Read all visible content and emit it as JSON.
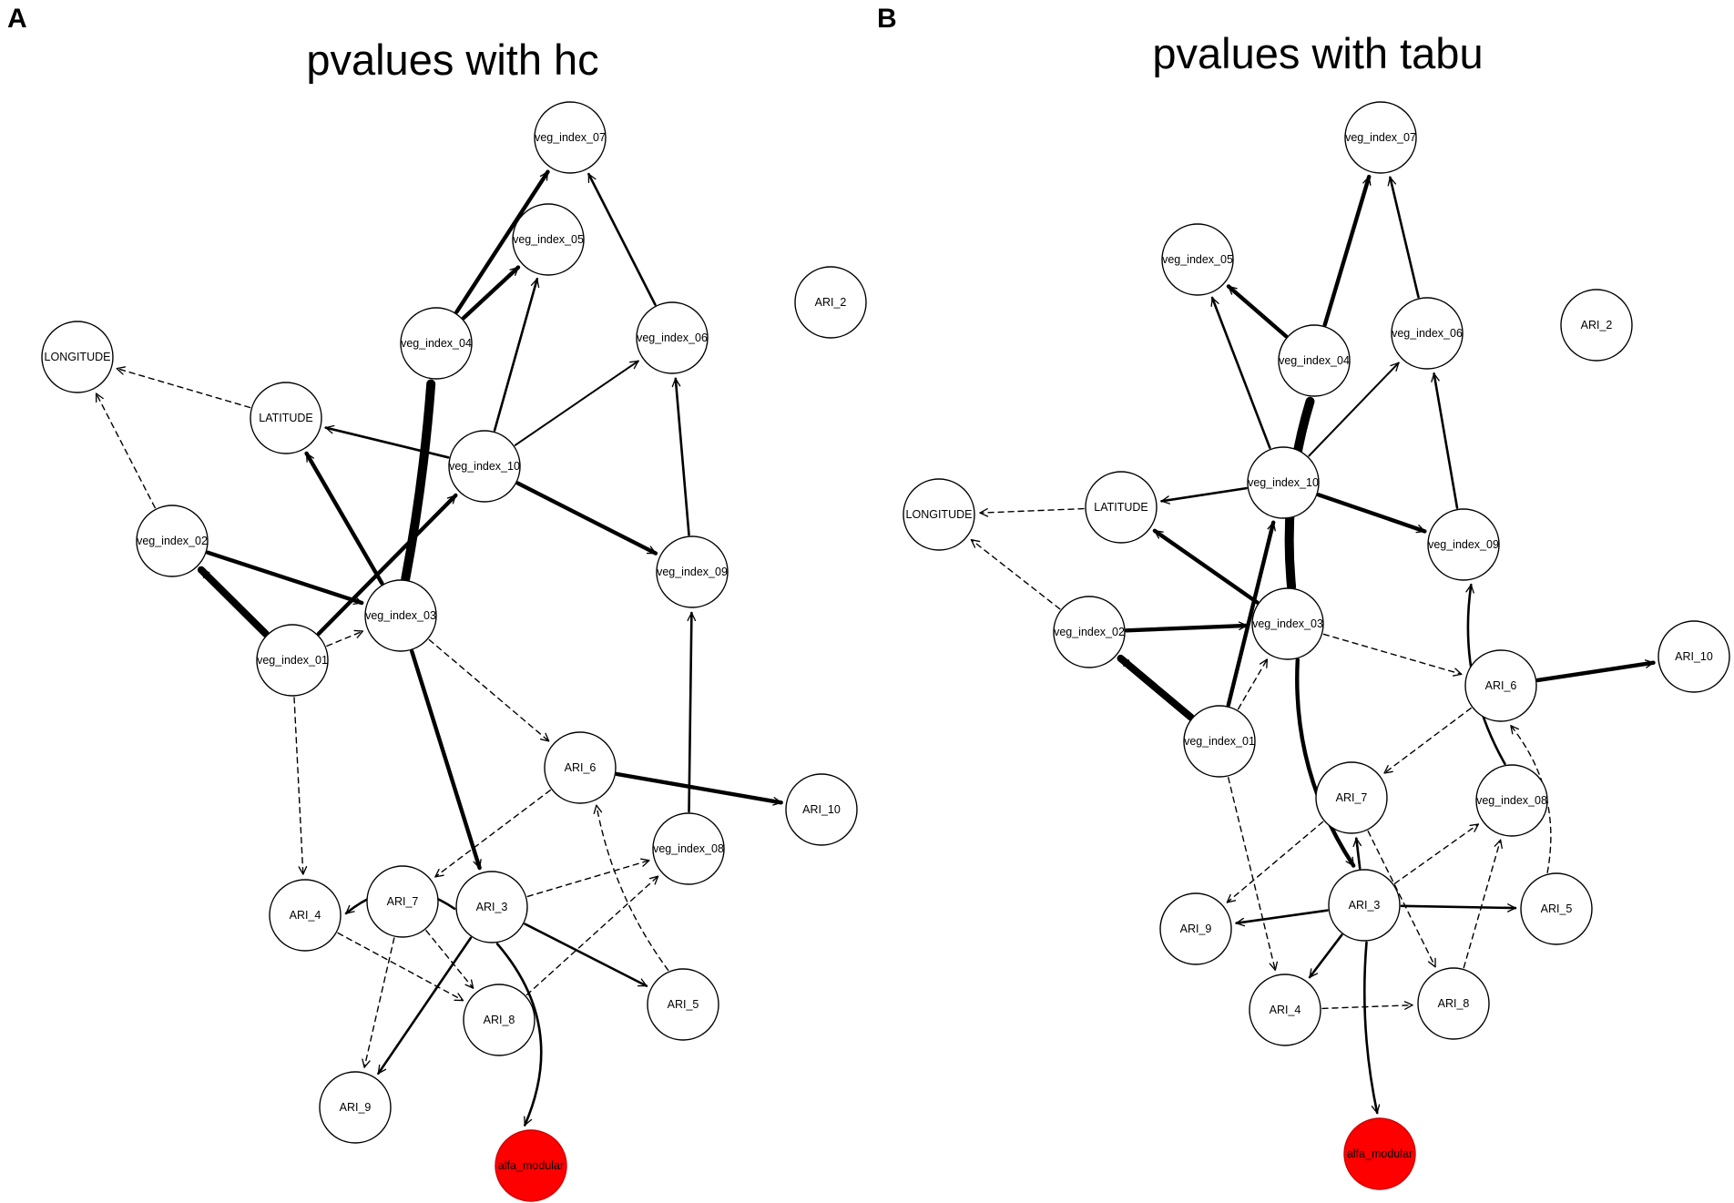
{
  "panels": [
    {
      "id": "A",
      "letter": "A",
      "title": "pvalues with hc",
      "target_color": "#ff0000",
      "nodes": [
        {
          "id": "veg_index_07",
          "label": "veg_index_07"
        },
        {
          "id": "veg_index_05",
          "label": "veg_index_05"
        },
        {
          "id": "veg_index_04",
          "label": "veg_index_04"
        },
        {
          "id": "veg_index_06",
          "label": "veg_index_06"
        },
        {
          "id": "ARI_2",
          "label": "ARI_2"
        },
        {
          "id": "LONGITUDE",
          "label": "LONGITUDE"
        },
        {
          "id": "LATITUDE",
          "label": "LATITUDE"
        },
        {
          "id": "veg_index_10",
          "label": "veg_index_10"
        },
        {
          "id": "veg_index_02",
          "label": "veg_index_02"
        },
        {
          "id": "veg_index_09",
          "label": "veg_index_09"
        },
        {
          "id": "veg_index_03",
          "label": "veg_index_03"
        },
        {
          "id": "veg_index_01",
          "label": "veg_index_01"
        },
        {
          "id": "ARI_6",
          "label": "ARI_6"
        },
        {
          "id": "ARI_10",
          "label": "ARI_10"
        },
        {
          "id": "veg_index_08",
          "label": "veg_index_08"
        },
        {
          "id": "ARI_4",
          "label": "ARI_4"
        },
        {
          "id": "ARI_7",
          "label": "ARI_7"
        },
        {
          "id": "ARI_3",
          "label": "ARI_3"
        },
        {
          "id": "ARI_8",
          "label": "ARI_8"
        },
        {
          "id": "ARI_5",
          "label": "ARI_5"
        },
        {
          "id": "ARI_9",
          "label": "ARI_9"
        },
        {
          "id": "alfa_modular",
          "label": "alfa_modular",
          "target": true
        }
      ],
      "edges": [
        {
          "from": "veg_index_01",
          "to": "veg_index_02",
          "style": "solid",
          "weight": "heavy"
        },
        {
          "from": "veg_index_01",
          "to": "veg_index_10",
          "style": "solid",
          "weight": "medium"
        },
        {
          "from": "veg_index_01",
          "to": "veg_index_03",
          "style": "dashed"
        },
        {
          "from": "veg_index_01",
          "to": "ARI_4",
          "style": "dashed"
        },
        {
          "from": "veg_index_02",
          "to": "veg_index_03",
          "style": "solid",
          "weight": "medium"
        },
        {
          "from": "veg_index_02",
          "to": "LONGITUDE",
          "style": "dashed"
        },
        {
          "from": "LATITUDE",
          "to": "LONGITUDE",
          "style": "dashed"
        },
        {
          "from": "veg_index_03",
          "to": "veg_index_04",
          "style": "solid",
          "weight": "heaviest"
        },
        {
          "from": "veg_index_03",
          "to": "LATITUDE",
          "style": "solid",
          "weight": "medium"
        },
        {
          "from": "veg_index_03",
          "to": "ARI_3",
          "style": "solid",
          "weight": "medium"
        },
        {
          "from": "veg_index_03",
          "to": "ARI_6",
          "style": "dashed"
        },
        {
          "from": "veg_index_04",
          "to": "veg_index_07",
          "style": "solid",
          "weight": "medium"
        },
        {
          "from": "veg_index_04",
          "to": "veg_index_05",
          "style": "solid",
          "weight": "medium"
        },
        {
          "from": "veg_index_10",
          "to": "veg_index_05",
          "style": "solid",
          "weight": "light"
        },
        {
          "from": "veg_index_10",
          "to": "veg_index_06",
          "style": "solid",
          "weight": "thin"
        },
        {
          "from": "veg_index_10",
          "to": "LATITUDE",
          "style": "solid",
          "weight": "light"
        },
        {
          "from": "veg_index_10",
          "to": "veg_index_09",
          "style": "solid",
          "weight": "medium"
        },
        {
          "from": "veg_index_06",
          "to": "veg_index_07",
          "style": "solid",
          "weight": "light"
        },
        {
          "from": "veg_index_09",
          "to": "veg_index_06",
          "style": "solid",
          "weight": "light"
        },
        {
          "from": "veg_index_08",
          "to": "veg_index_09",
          "style": "solid",
          "weight": "light"
        },
        {
          "from": "ARI_6",
          "to": "ARI_10",
          "style": "solid",
          "weight": "medium"
        },
        {
          "from": "ARI_6",
          "to": "ARI_7",
          "style": "dashed"
        },
        {
          "from": "ARI_5",
          "to": "ARI_6",
          "style": "dashed"
        },
        {
          "from": "ARI_3",
          "to": "veg_index_08",
          "style": "dashed"
        },
        {
          "from": "ARI_3",
          "to": "ARI_5",
          "style": "solid",
          "weight": "light"
        },
        {
          "from": "ARI_3",
          "to": "ARI_4",
          "style": "solid",
          "weight": "light"
        },
        {
          "from": "ARI_3",
          "to": "ARI_9",
          "style": "solid",
          "weight": "light"
        },
        {
          "from": "ARI_3",
          "to": "alfa_modular",
          "style": "solid",
          "weight": "light"
        },
        {
          "from": "ARI_7",
          "to": "ARI_9",
          "style": "dashed"
        },
        {
          "from": "ARI_7",
          "to": "ARI_8",
          "style": "dashed"
        },
        {
          "from": "ARI_4",
          "to": "ARI_8",
          "style": "dashed"
        },
        {
          "from": "ARI_8",
          "to": "veg_index_08",
          "style": "dashed"
        }
      ]
    },
    {
      "id": "B",
      "letter": "B",
      "title": "pvalues with tabu",
      "target_color": "#ff0000",
      "nodes": [
        {
          "id": "veg_index_07",
          "label": "veg_index_07"
        },
        {
          "id": "veg_index_05",
          "label": "veg_index_05"
        },
        {
          "id": "veg_index_04",
          "label": "veg_index_04"
        },
        {
          "id": "veg_index_06",
          "label": "veg_index_06"
        },
        {
          "id": "ARI_2",
          "label": "ARI_2"
        },
        {
          "id": "veg_index_10",
          "label": "veg_index_10"
        },
        {
          "id": "LATITUDE",
          "label": "LATITUDE"
        },
        {
          "id": "LONGITUDE",
          "label": "LONGITUDE"
        },
        {
          "id": "veg_index_09",
          "label": "veg_index_09"
        },
        {
          "id": "veg_index_02",
          "label": "veg_index_02"
        },
        {
          "id": "veg_index_03",
          "label": "veg_index_03"
        },
        {
          "id": "ARI_10",
          "label": "ARI_10"
        },
        {
          "id": "ARI_6",
          "label": "ARI_6"
        },
        {
          "id": "veg_index_01",
          "label": "veg_index_01"
        },
        {
          "id": "ARI_7",
          "label": "ARI_7"
        },
        {
          "id": "veg_index_08",
          "label": "veg_index_08"
        },
        {
          "id": "ARI_9",
          "label": "ARI_9"
        },
        {
          "id": "ARI_3",
          "label": "ARI_3"
        },
        {
          "id": "ARI_5",
          "label": "ARI_5"
        },
        {
          "id": "ARI_4",
          "label": "ARI_4"
        },
        {
          "id": "ARI_8",
          "label": "ARI_8"
        },
        {
          "id": "alfa_modular",
          "label": "alfa_modular",
          "target": true
        }
      ],
      "edges": [
        {
          "from": "veg_index_01",
          "to": "veg_index_02",
          "style": "solid",
          "weight": "heavy"
        },
        {
          "from": "veg_index_01",
          "to": "veg_index_10",
          "style": "solid",
          "weight": "medium"
        },
        {
          "from": "veg_index_01",
          "to": "veg_index_03",
          "style": "dashed"
        },
        {
          "from": "veg_index_01",
          "to": "ARI_4",
          "style": "dashed"
        },
        {
          "from": "veg_index_02",
          "to": "veg_index_03",
          "style": "solid",
          "weight": "medium"
        },
        {
          "from": "veg_index_02",
          "to": "LONGITUDE",
          "style": "dashed"
        },
        {
          "from": "LATITUDE",
          "to": "LONGITUDE",
          "style": "dashed"
        },
        {
          "from": "veg_index_03",
          "to": "veg_index_04",
          "style": "solid",
          "weight": "heaviest"
        },
        {
          "from": "veg_index_03",
          "to": "LATITUDE",
          "style": "solid",
          "weight": "medium"
        },
        {
          "from": "veg_index_03",
          "to": "ARI_3",
          "style": "solid",
          "weight": "medium"
        },
        {
          "from": "veg_index_03",
          "to": "ARI_6",
          "style": "dashed"
        },
        {
          "from": "veg_index_10",
          "to": "veg_index_05",
          "style": "solid",
          "weight": "light"
        },
        {
          "from": "veg_index_10",
          "to": "veg_index_06",
          "style": "solid",
          "weight": "thin"
        },
        {
          "from": "veg_index_10",
          "to": "LATITUDE",
          "style": "solid",
          "weight": "light"
        },
        {
          "from": "veg_index_10",
          "to": "veg_index_09",
          "style": "solid",
          "weight": "medium"
        },
        {
          "from": "veg_index_04",
          "to": "veg_index_05",
          "style": "solid",
          "weight": "medium"
        },
        {
          "from": "veg_index_04",
          "to": "veg_index_07",
          "style": "solid",
          "weight": "medium"
        },
        {
          "from": "veg_index_06",
          "to": "veg_index_07",
          "style": "solid",
          "weight": "light"
        },
        {
          "from": "veg_index_09",
          "to": "veg_index_06",
          "style": "solid",
          "weight": "light"
        },
        {
          "from": "veg_index_08",
          "to": "veg_index_09",
          "style": "solid",
          "weight": "light"
        },
        {
          "from": "ARI_6",
          "to": "ARI_10",
          "style": "solid",
          "weight": "medium"
        },
        {
          "from": "ARI_6",
          "to": "ARI_7",
          "style": "dashed"
        },
        {
          "from": "ARI_5",
          "to": "ARI_6",
          "style": "dashed"
        },
        {
          "from": "ARI_7",
          "to": "ARI_9",
          "style": "dashed"
        },
        {
          "from": "ARI_7",
          "to": "ARI_8",
          "style": "dashed"
        },
        {
          "from": "ARI_3",
          "to": "ARI_7",
          "style": "solid",
          "weight": "light"
        },
        {
          "from": "ARI_3",
          "to": "veg_index_08",
          "style": "dashed"
        },
        {
          "from": "ARI_3",
          "to": "ARI_5",
          "style": "solid",
          "weight": "light"
        },
        {
          "from": "ARI_3",
          "to": "ARI_9",
          "style": "solid",
          "weight": "light"
        },
        {
          "from": "ARI_3",
          "to": "ARI_4",
          "style": "solid",
          "weight": "light"
        },
        {
          "from": "ARI_3",
          "to": "alfa_modular",
          "style": "solid",
          "weight": "light"
        },
        {
          "from": "ARI_4",
          "to": "ARI_8",
          "style": "dashed"
        },
        {
          "from": "ARI_8",
          "to": "veg_index_08",
          "style": "dashed"
        }
      ]
    }
  ]
}
